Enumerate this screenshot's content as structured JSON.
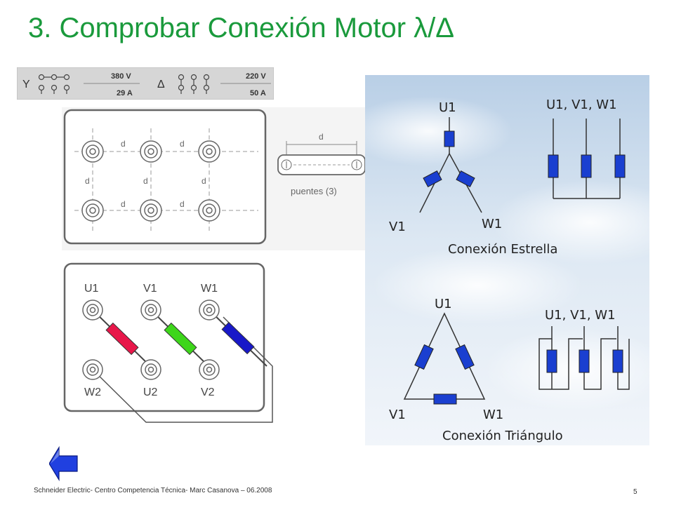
{
  "title": "3. Comprobar Conexión Motor λ/Δ",
  "nameplate": {
    "star_symbol": "Y",
    "star_voltage": "380 V",
    "star_current": "29 A",
    "delta_symbol": "Δ",
    "delta_voltage": "220 V",
    "delta_current": "50 A"
  },
  "terminal_box": {
    "distance_label": "d",
    "bridge_distance_label": "d",
    "bridges_label": "puentes (3)"
  },
  "wiring": {
    "top_terminals": [
      "U1",
      "V1",
      "W1"
    ],
    "bottom_terminals": [
      "W2",
      "U2",
      "V2"
    ],
    "colors": [
      "#e8174a",
      "#3dd61a",
      "#1818c8"
    ]
  },
  "star": {
    "node_top": "U1",
    "node_left": "V1",
    "node_right": "W1",
    "parallel_label": "U1, V1, W1",
    "caption": "Conexión Estrella"
  },
  "delta": {
    "node_top": "U1",
    "node_left": "V1",
    "node_right": "W1",
    "parallel_label": "U1, V1, W1",
    "caption": "Conexión Triángulo"
  },
  "footer": "Schneider Electric- Centro Competencia Técnica- Marc Casanova – 06.2008",
  "page_number": "5",
  "colors": {
    "title": "#1a9a3c",
    "winding": "#1a3fd0",
    "back_arrow": "#2040e0"
  },
  "icons": [
    "back-arrow-icon"
  ]
}
